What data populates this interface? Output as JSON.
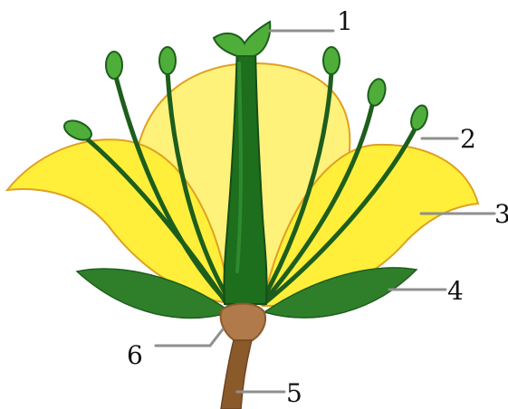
{
  "diagram": {
    "labels": [
      "1",
      "2",
      "3",
      "4",
      "5",
      "6"
    ]
  },
  "colors": {
    "petal_fill": "#ffef3a",
    "petal_highlight": "#fff27a",
    "petal_edge": "#e0a020",
    "green_dark": "#1d5e1d",
    "green_mid": "#2f8a2f",
    "green_light": "#4fae3a",
    "stem": "#8b5a2b",
    "receptacle": "#b07a4a",
    "leader": "#8f8f8f",
    "text": "#111111"
  }
}
